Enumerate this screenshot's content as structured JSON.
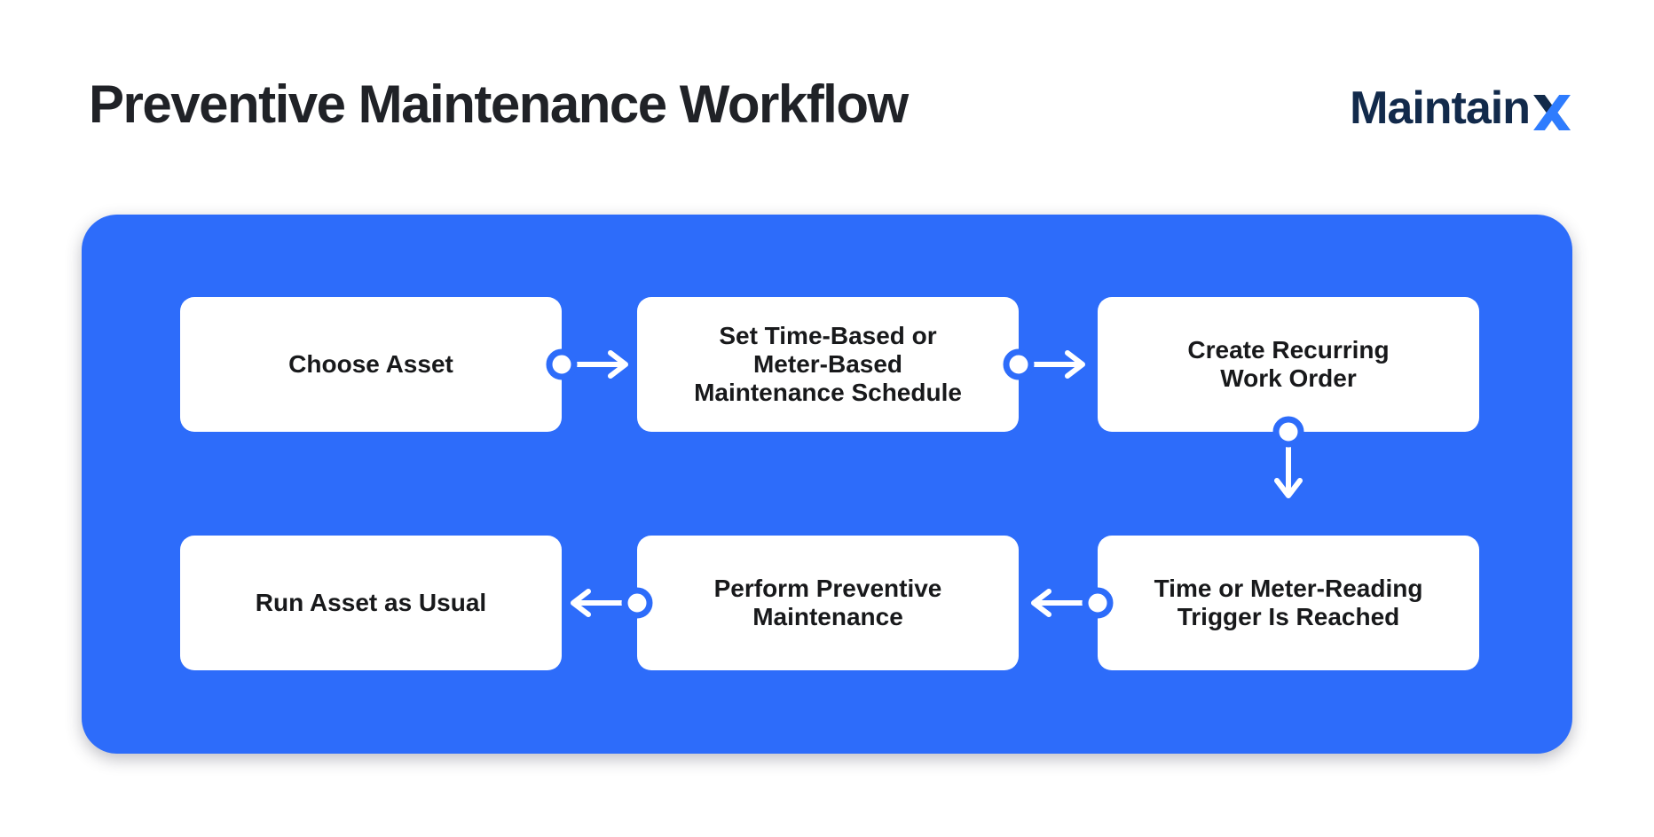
{
  "header": {
    "title": "Preventive Maintenance Workflow",
    "logo": {
      "wordmark": "Maintain",
      "x_letter": "X"
    }
  },
  "diagram": {
    "nodes": [
      {
        "id": "choose-asset",
        "label": "Choose Asset"
      },
      {
        "id": "set-schedule",
        "label": "Set Time-Based or\nMeter-Based\nMaintenance Schedule"
      },
      {
        "id": "create-work-order",
        "label": "Create Recurring\nWork Order"
      },
      {
        "id": "trigger-reached",
        "label": "Time or Meter-Reading\nTrigger Is Reached"
      },
      {
        "id": "perform-maintenance",
        "label": "Perform Preventive\nMaintenance"
      },
      {
        "id": "run-asset",
        "label": "Run Asset as Usual"
      }
    ],
    "connectors": [
      {
        "from": "choose-asset",
        "to": "set-schedule",
        "direction": "right"
      },
      {
        "from": "set-schedule",
        "to": "create-work-order",
        "direction": "right"
      },
      {
        "from": "create-work-order",
        "to": "trigger-reached",
        "direction": "down"
      },
      {
        "from": "trigger-reached",
        "to": "perform-maintenance",
        "direction": "left"
      },
      {
        "from": "perform-maintenance",
        "to": "run-asset",
        "direction": "left"
      }
    ]
  },
  "colors": {
    "primary_blue": "#2D6CFA",
    "node_bg": "#FFFFFF",
    "node_text": "#18191B",
    "title_text": "#202227",
    "logo_navy": "#122A4B",
    "logo_blue": "#2E7CFE",
    "arrow": "#FFFFFF",
    "page_bg": "#FFFFFF"
  }
}
